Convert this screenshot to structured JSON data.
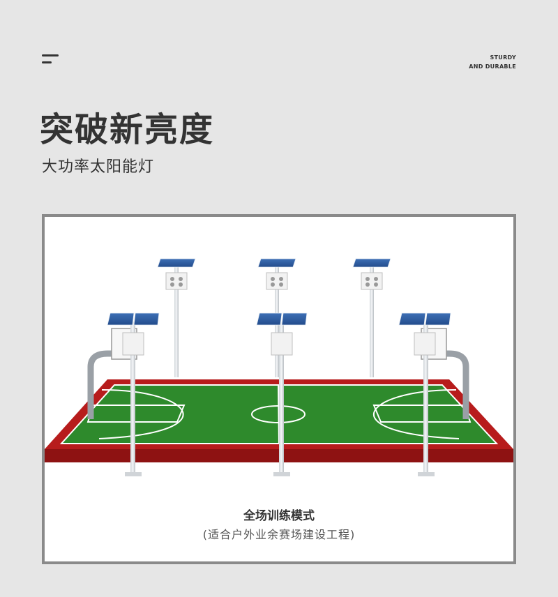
{
  "header": {
    "menu_icon": "hamburger-menu-icon",
    "tagline_line1": "STURDY",
    "tagline_line2": "AND DURABLE"
  },
  "hero": {
    "title": "突破新亮度",
    "subtitle": "大功率太阳能灯"
  },
  "scene": {
    "court_color": "#2e8a2c",
    "border_color": "#b71c1c",
    "caption_title": "全场训练模式",
    "caption_subtitle": "(适合户外业余赛场建设工程)"
  }
}
